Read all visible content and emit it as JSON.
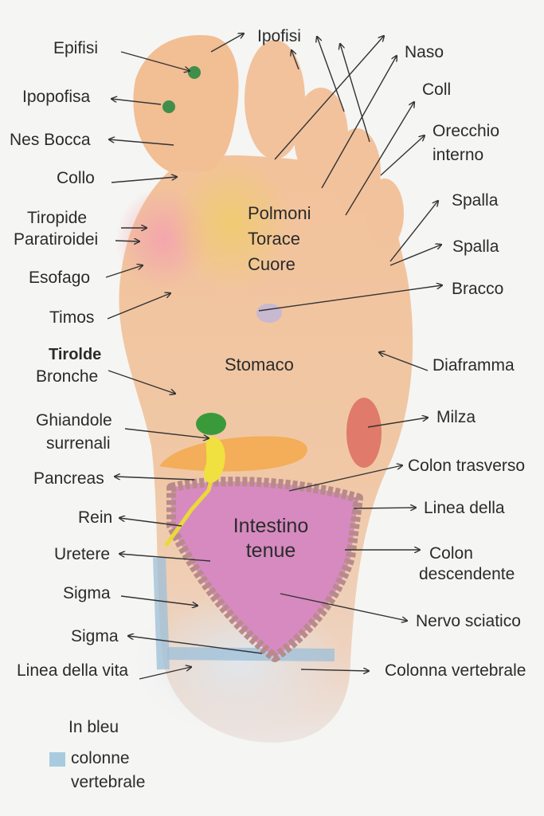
{
  "labels_left": {
    "epifisi": "Epifisi",
    "ipopofisa": "Ipopofisa",
    "nes_bocca": "Nes Bocca",
    "collo": "Collo",
    "tiropide": "Tiropide",
    "paratiroidei": "Paratiroidei",
    "esofago": "Esofago",
    "timos": "Timos",
    "tirolde": "Tirolde",
    "bronche": "Bronche",
    "ghiandole": "Ghiandole",
    "surrenali": "surrenali",
    "pancreas": "Pancreas",
    "rein": "Rein",
    "uretere": "Uretere",
    "sigma1": "Sigma",
    "sigma2": "Sigma",
    "linea_vita": "Linea della vita"
  },
  "labels_right": {
    "ipofisi": "Ipofisi",
    "naso": "Naso",
    "coll": "Coll",
    "orecchio": "Orecchio",
    "interno": "interno",
    "spalla1": "Spalla",
    "spalla2": "Spalla",
    "bracco": "Bracco",
    "diaframma": "Diaframma",
    "milza": "Milza",
    "colon_trasverso": "Colon trasverso",
    "linea_della": "Linea della",
    "colon": "Colon",
    "descendente": "descendente",
    "nervo_sciatico": "Nervo sciatico",
    "colonna_vertebrale": "Colonna vertebrale"
  },
  "labels_center": {
    "polmoni": "Polmoni",
    "torace": "Torace",
    "cuore": "Cuore",
    "stomaco": "Stomaco",
    "intestino": "Intestino",
    "tenue": "tenue"
  },
  "legend": {
    "title": "In bleu",
    "line1": "colonne",
    "line2": "vertebrale"
  },
  "colors": {
    "skin": "#f0c7a0",
    "pituitary_dot": "#3f8f4a",
    "intestine": "#d68ac0",
    "intestine_border": "#b98a8a",
    "spine_blue": "#9cbfd8",
    "milza": "#e07a6a",
    "pancreas": "#f5a84a",
    "kidney": "#f0e040",
    "adrenal": "#3a9a3a",
    "thyroid": "#f3a8b0"
  }
}
